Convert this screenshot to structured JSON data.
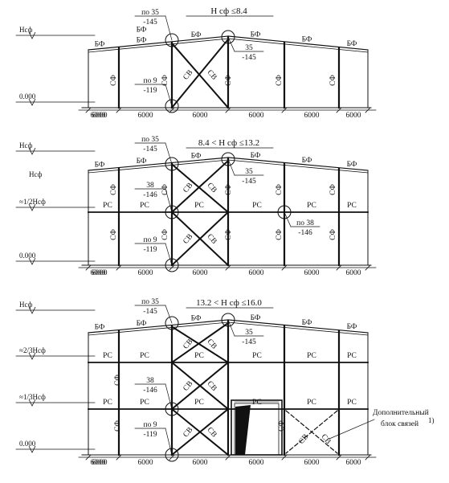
{
  "panels": [
    {
      "title": "H сф ≤8.4",
      "levels": [
        {
          "label": "Нсф"
        },
        {
          "label": "0.000"
        }
      ],
      "extra_labels": [],
      "callouts": [
        {
          "text1": "по 35",
          "text2": "-145"
        },
        {
          "text1": "35",
          "text2": "-145"
        },
        {
          "text1": "по 9",
          "text2": "-119"
        }
      ],
      "spans": [
        "6000",
        "6000",
        "6000",
        "6000",
        "6000",
        "6000",
        "6000"
      ]
    },
    {
      "title": "8.4 < H сф ≤13.2",
      "levels": [
        {
          "label": "Нсф"
        },
        {
          "label": "≈1/2Нсф"
        },
        {
          "label": "0.000"
        }
      ],
      "extra_labels": [
        "Нсф"
      ],
      "callouts": [
        {
          "text1": "по 35",
          "text2": "-145"
        },
        {
          "text1": "35",
          "text2": "-145"
        },
        {
          "text1": "38",
          "text2": "-146"
        },
        {
          "text1": "по 38",
          "text2": "-146"
        },
        {
          "text1": "по 9",
          "text2": "-119"
        }
      ],
      "spans": [
        "6000",
        "6000",
        "6000",
        "6000",
        "6000",
        "6000",
        "6000"
      ]
    },
    {
      "title": "13.2 < H сф ≤16.0",
      "levels": [
        {
          "label": "Нсф"
        },
        {
          "label": "≈2/3Нсф"
        },
        {
          "label": "≈1/3Нсф"
        },
        {
          "label": "0.000"
        }
      ],
      "extra_labels": [],
      "callouts": [
        {
          "text1": "по 35",
          "text2": "-145"
        },
        {
          "text1": "35",
          "text2": "-145"
        },
        {
          "text1": "38",
          "text2": "-146"
        },
        {
          "text1": "по 9",
          "text2": "-119"
        }
      ],
      "spans": [
        "6000",
        "6000",
        "6000",
        "6000",
        "6000",
        "6000",
        "6000"
      ]
    }
  ],
  "element_labels": {
    "bf": "БФ",
    "sf": "СФ",
    "rs": "РС",
    "sv": "СВ"
  },
  "additional_note": {
    "line1": "Дополнительный",
    "line2": "блок связей",
    "footnote": "1)"
  }
}
